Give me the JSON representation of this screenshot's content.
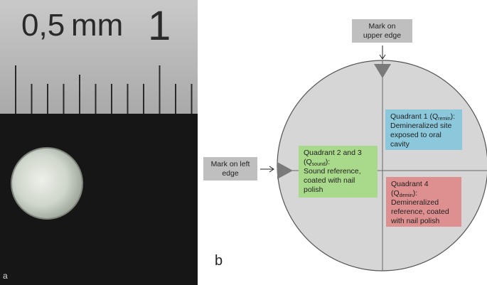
{
  "panel_a": {
    "letter": "a",
    "ruler_label_half": "0,5",
    "ruler_unit": "mm",
    "ruler_label_one": "1"
  },
  "panel_b": {
    "letter": "b",
    "mark_upper": {
      "line1": "Mark on",
      "line2": "upper edge"
    },
    "mark_left": {
      "line1": "Mark  on left",
      "line2": "edge"
    },
    "quadrant_2_3": {
      "title": "Quadrant 2 and 3",
      "paren_open": "(Q",
      "sub": "sound",
      "paren_close": "):",
      "line3": "Sound reference,",
      "line4": "coated with nail",
      "line5": "polish"
    },
    "quadrant_1": {
      "title_prefix": "Quadrant 1 (Q",
      "sub": "remin",
      "title_suffix": "):",
      "line2": "Demineralized site",
      "line3": "exposed to oral",
      "line4": "cavity"
    },
    "quadrant_4": {
      "title": "Quadrant  4",
      "paren_open": "(Q",
      "sub": "demin",
      "paren_close": "):",
      "line3": "Demineralized",
      "line4": "reference, coated",
      "line5": "with nail polish"
    },
    "colors": {
      "disc": "#d6d6d6",
      "quadrant_2_3": "#a9d98a",
      "quadrant_1": "#8cc8dc",
      "quadrant_4": "#de8f8f",
      "marker": "#7a7a7a"
    }
  }
}
